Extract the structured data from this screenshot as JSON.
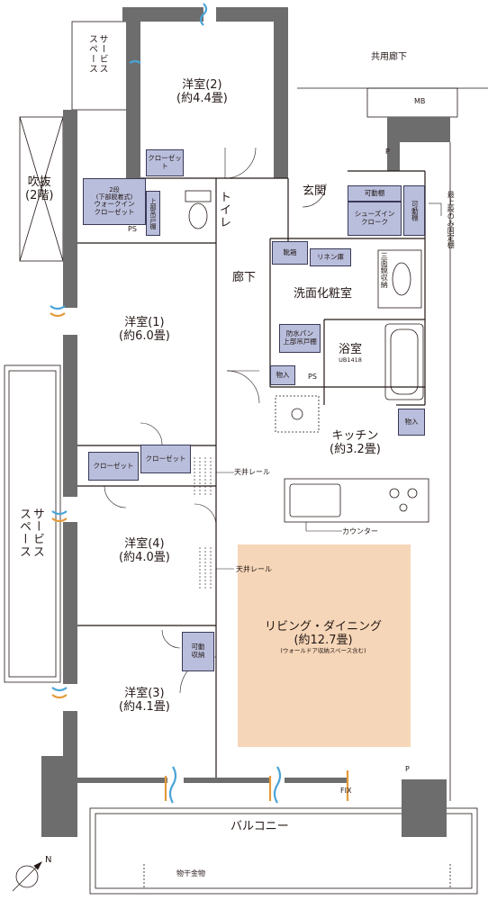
{
  "rooms": {
    "western2": {
      "name": "洋室(2)",
      "size": "(約4.4畳)"
    },
    "western1": {
      "name": "洋室(1)",
      "size": "(約6.0畳)"
    },
    "western4": {
      "name": "洋室(4)",
      "size": "(約4.0畳)"
    },
    "western3": {
      "name": "洋室(3)",
      "size": "(約4.1畳)"
    },
    "ldk": {
      "name": "リビング・ダイニング",
      "size": "(約12.7畳)",
      "note": "(ウォールドア収納スペース含む)"
    },
    "kitchen": {
      "name": "キッチン",
      "size": "(約3.2畳)"
    },
    "washroom": "洗面化粧室",
    "bath": {
      "name": "浴室",
      "code": "UB1418"
    },
    "entrance": "玄関",
    "corridor": "廊下",
    "toilet": "トイレ",
    "balcony": "バルコニー",
    "shared_corridor": "共用廊下",
    "void": "吹抜\n(2階)",
    "service_space_top": "サービス\nスペース",
    "service_space_left": "サービス\nスペース"
  },
  "storage": {
    "closet_w2": "クローゼット",
    "walkin_top": "2段\n(下部脱着式)",
    "walkin": "ウォークイン\nクローゼット",
    "upper_shelf": "上部吊戸棚",
    "ps_top": "PS",
    "ps_mid": "PS",
    "p_top": "P",
    "p_bottom": "P",
    "mb": "MB",
    "movable_shelf": "可動棚",
    "shoes_in": "シューズイン\nクローク",
    "movable_shelf2": "可動棚",
    "shoe_box": "靴箱",
    "linen": "リネン庫",
    "mirror_storage": "三面鏡収納",
    "waterproof_pan": "防水パン\n上部吊戸棚",
    "storage_corr": "物入",
    "storage_kitchen": "物入",
    "closet_w4a": "クローゼット",
    "closet_w4b": "クローゼット",
    "movable_storage": "可動\n収納"
  },
  "annotations": {
    "top_only_fixed": "最上段のみ固定棚",
    "ceiling_rail_1": "天井レール",
    "ceiling_rail_2": "天井レール",
    "counter": "カウンター",
    "fix": "FIX",
    "laundry": "物干金物",
    "north": "N"
  },
  "colors": {
    "wall": "#6d6d6d",
    "closet": "#b9bedc",
    "ldk": "#f6d6b8",
    "line": "#231815",
    "window_blue": "#4aa3d8",
    "window_orange": "#e49a3a"
  }
}
